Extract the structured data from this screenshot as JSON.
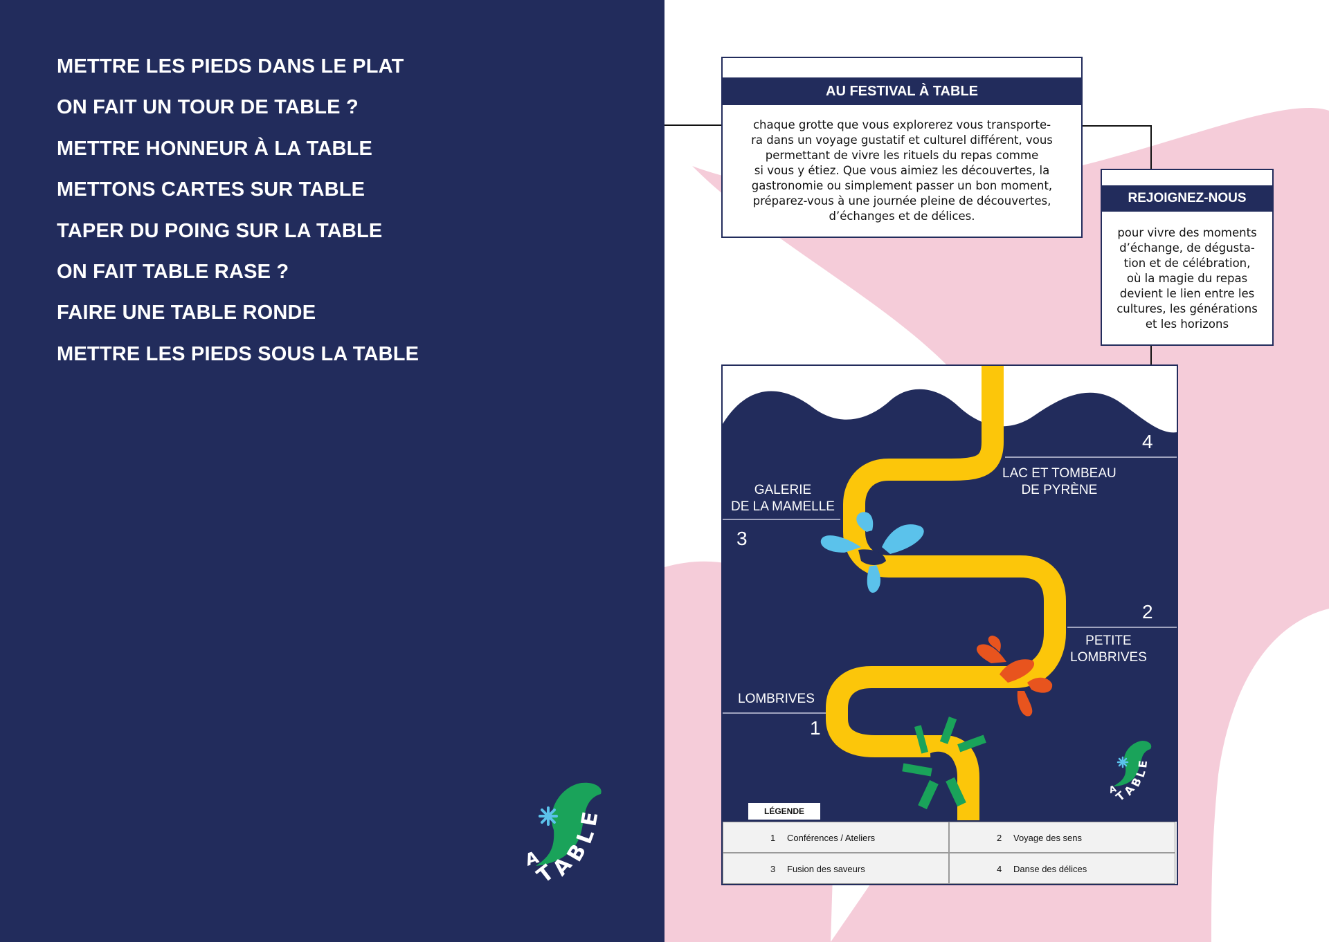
{
  "phrases": [
    "METTRE LES PIEDS DANS LE PLAT",
    "ON FAIT UN TOUR DE TABLE ?",
    "METTRE HONNEUR À LA TABLE",
    "METTONS CARTES SUR TABLE",
    "TAPER DU POING SUR LA TABLE",
    "ON FAIT TABLE RASE ?",
    "FAIRE UNE TABLE RONDE",
    "METTRE LES PIEDS SOUS LA TABLE"
  ],
  "festival_box": {
    "title": "AU FESTIVAL À TABLE",
    "lines": [
      "chaque grotte que vous explorerez vous transporte-",
      "ra dans un voyage gustatif et culturel différent, vous",
      "permettant de vivre les rituels du repas comme",
      "si vous y étiez. Que vous aimiez les découvertes, la",
      "gastronomie ou simplement passer un bon moment,",
      "préparez-vous à une journée pleine de découvertes,",
      "d’échanges et de délices."
    ]
  },
  "join_box": {
    "title": "REJOIGNEZ-NOUS",
    "lines": [
      "pour vivre des moments",
      "d’échange, de dégusta-",
      "tion et de célébration,",
      "où la magie du repas",
      "devient le lien entre les",
      "cultures, les générations",
      "et les horizons"
    ]
  },
  "map": {
    "caves": [
      {
        "number": "4",
        "label_lines": [
          "LAC ET TOMBEAU",
          "DE PYRÈNE"
        ]
      },
      {
        "number": "3",
        "label_lines": [
          "GALERIE",
          "DE LA MAMELLE"
        ]
      },
      {
        "number": "2",
        "label_lines": [
          "PETITE",
          "LOMBRIVES"
        ]
      },
      {
        "number": "1",
        "label_lines": [
          "LOMBRIVES"
        ]
      }
    ],
    "legend_title": "LÉGENDE",
    "legend": [
      {
        "number": "1",
        "label": "Conférences / Ateliers"
      },
      {
        "number": "2",
        "label": "Voyage des sens"
      },
      {
        "number": "3",
        "label": "Fusion des saveurs"
      },
      {
        "number": "4",
        "label": "Danse des délices"
      }
    ]
  },
  "logo": {
    "text": "A TABLE",
    "icon": "a-table-logo-icon"
  },
  "colors": {
    "navy": "#222c5c",
    "pink": "#f5ccd9",
    "yellow": "#fcc60a",
    "green": "#1aa35a",
    "light_blue": "#5bc2eb",
    "orange": "#e8541e"
  }
}
